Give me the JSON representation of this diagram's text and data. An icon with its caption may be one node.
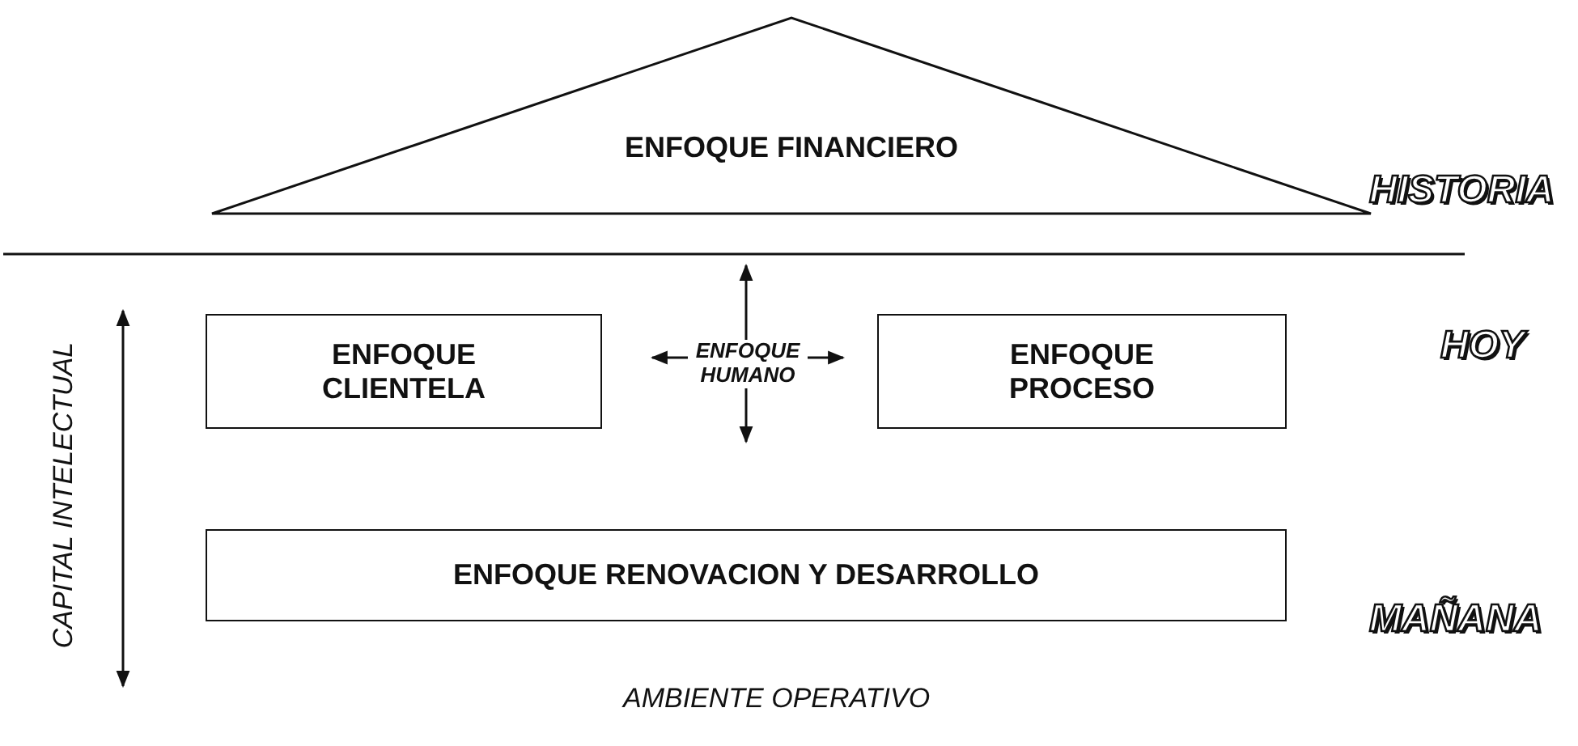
{
  "diagram": {
    "nodes": [
      {
        "text": [
          "ENFOQUE FINANCIERO"
        ]
      },
      {
        "text": [
          "ENFOQUE CLIENTELA"
        ]
      },
      {
        "text": [
          "ENFOQUE HUMANO"
        ]
      },
      {
        "text": [
          "ENFOQUE PROCESO"
        ]
      },
      {
        "text": [
          "ENFOQUE RENOVACION Y DESARROLLO"
        ]
      }
    ],
    "labels": [
      "HISTORIA",
      "HOY",
      "MAÑANA",
      "CAPITAL INTELECTUAL",
      "AMBIENTE OPERATIVO"
    ]
  }
}
